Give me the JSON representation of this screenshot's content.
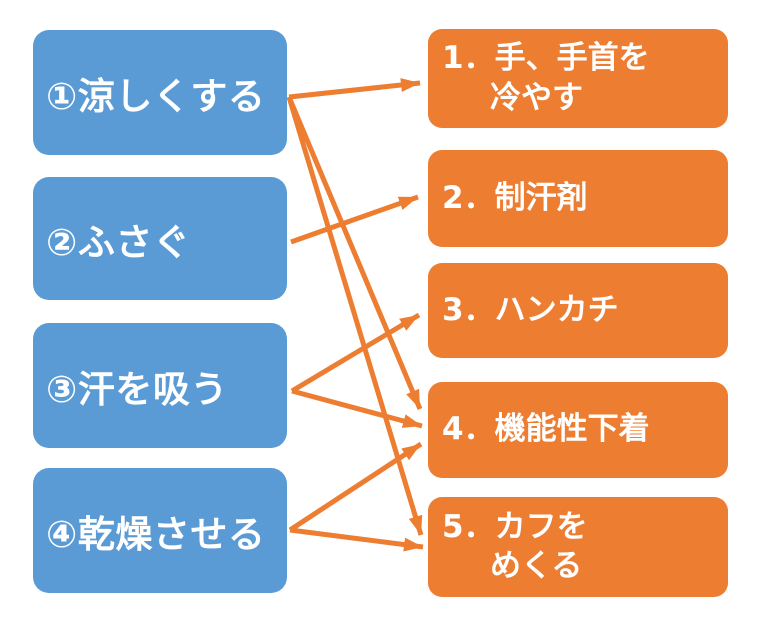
{
  "colors": {
    "left_box": "#5b9bd5",
    "right_box": "#ed7d31",
    "arrow": "#ed7d31",
    "text": "#ffffff",
    "background": "#ffffff"
  },
  "left_boxes": [
    {
      "id": "L1",
      "label": "①涼しくする"
    },
    {
      "id": "L2",
      "label": "②ふさぐ"
    },
    {
      "id": "L3",
      "label": "③汗を吸う"
    },
    {
      "id": "L4",
      "label": "④乾燥させる"
    }
  ],
  "right_boxes": [
    {
      "id": "R1",
      "line1": "1．手、手首を",
      "line2": "冷やす"
    },
    {
      "id": "R2",
      "line1": "2．制汗剤",
      "line2": ""
    },
    {
      "id": "R3",
      "line1": "3．ハンカチ",
      "line2": ""
    },
    {
      "id": "R4",
      "line1": "4．機能性下着",
      "line2": ""
    },
    {
      "id": "R5",
      "line1": "5．カフを",
      "line2": "めくる"
    }
  ],
  "connections": [
    {
      "from": "L1",
      "to": "R1"
    },
    {
      "from": "L1",
      "to": "R4"
    },
    {
      "from": "L1",
      "to": "R5"
    },
    {
      "from": "L2",
      "to": "R2"
    },
    {
      "from": "L3",
      "to": "R3"
    },
    {
      "from": "L3",
      "to": "R4"
    },
    {
      "from": "L4",
      "to": "R4"
    },
    {
      "from": "L4",
      "to": "R5"
    }
  ]
}
